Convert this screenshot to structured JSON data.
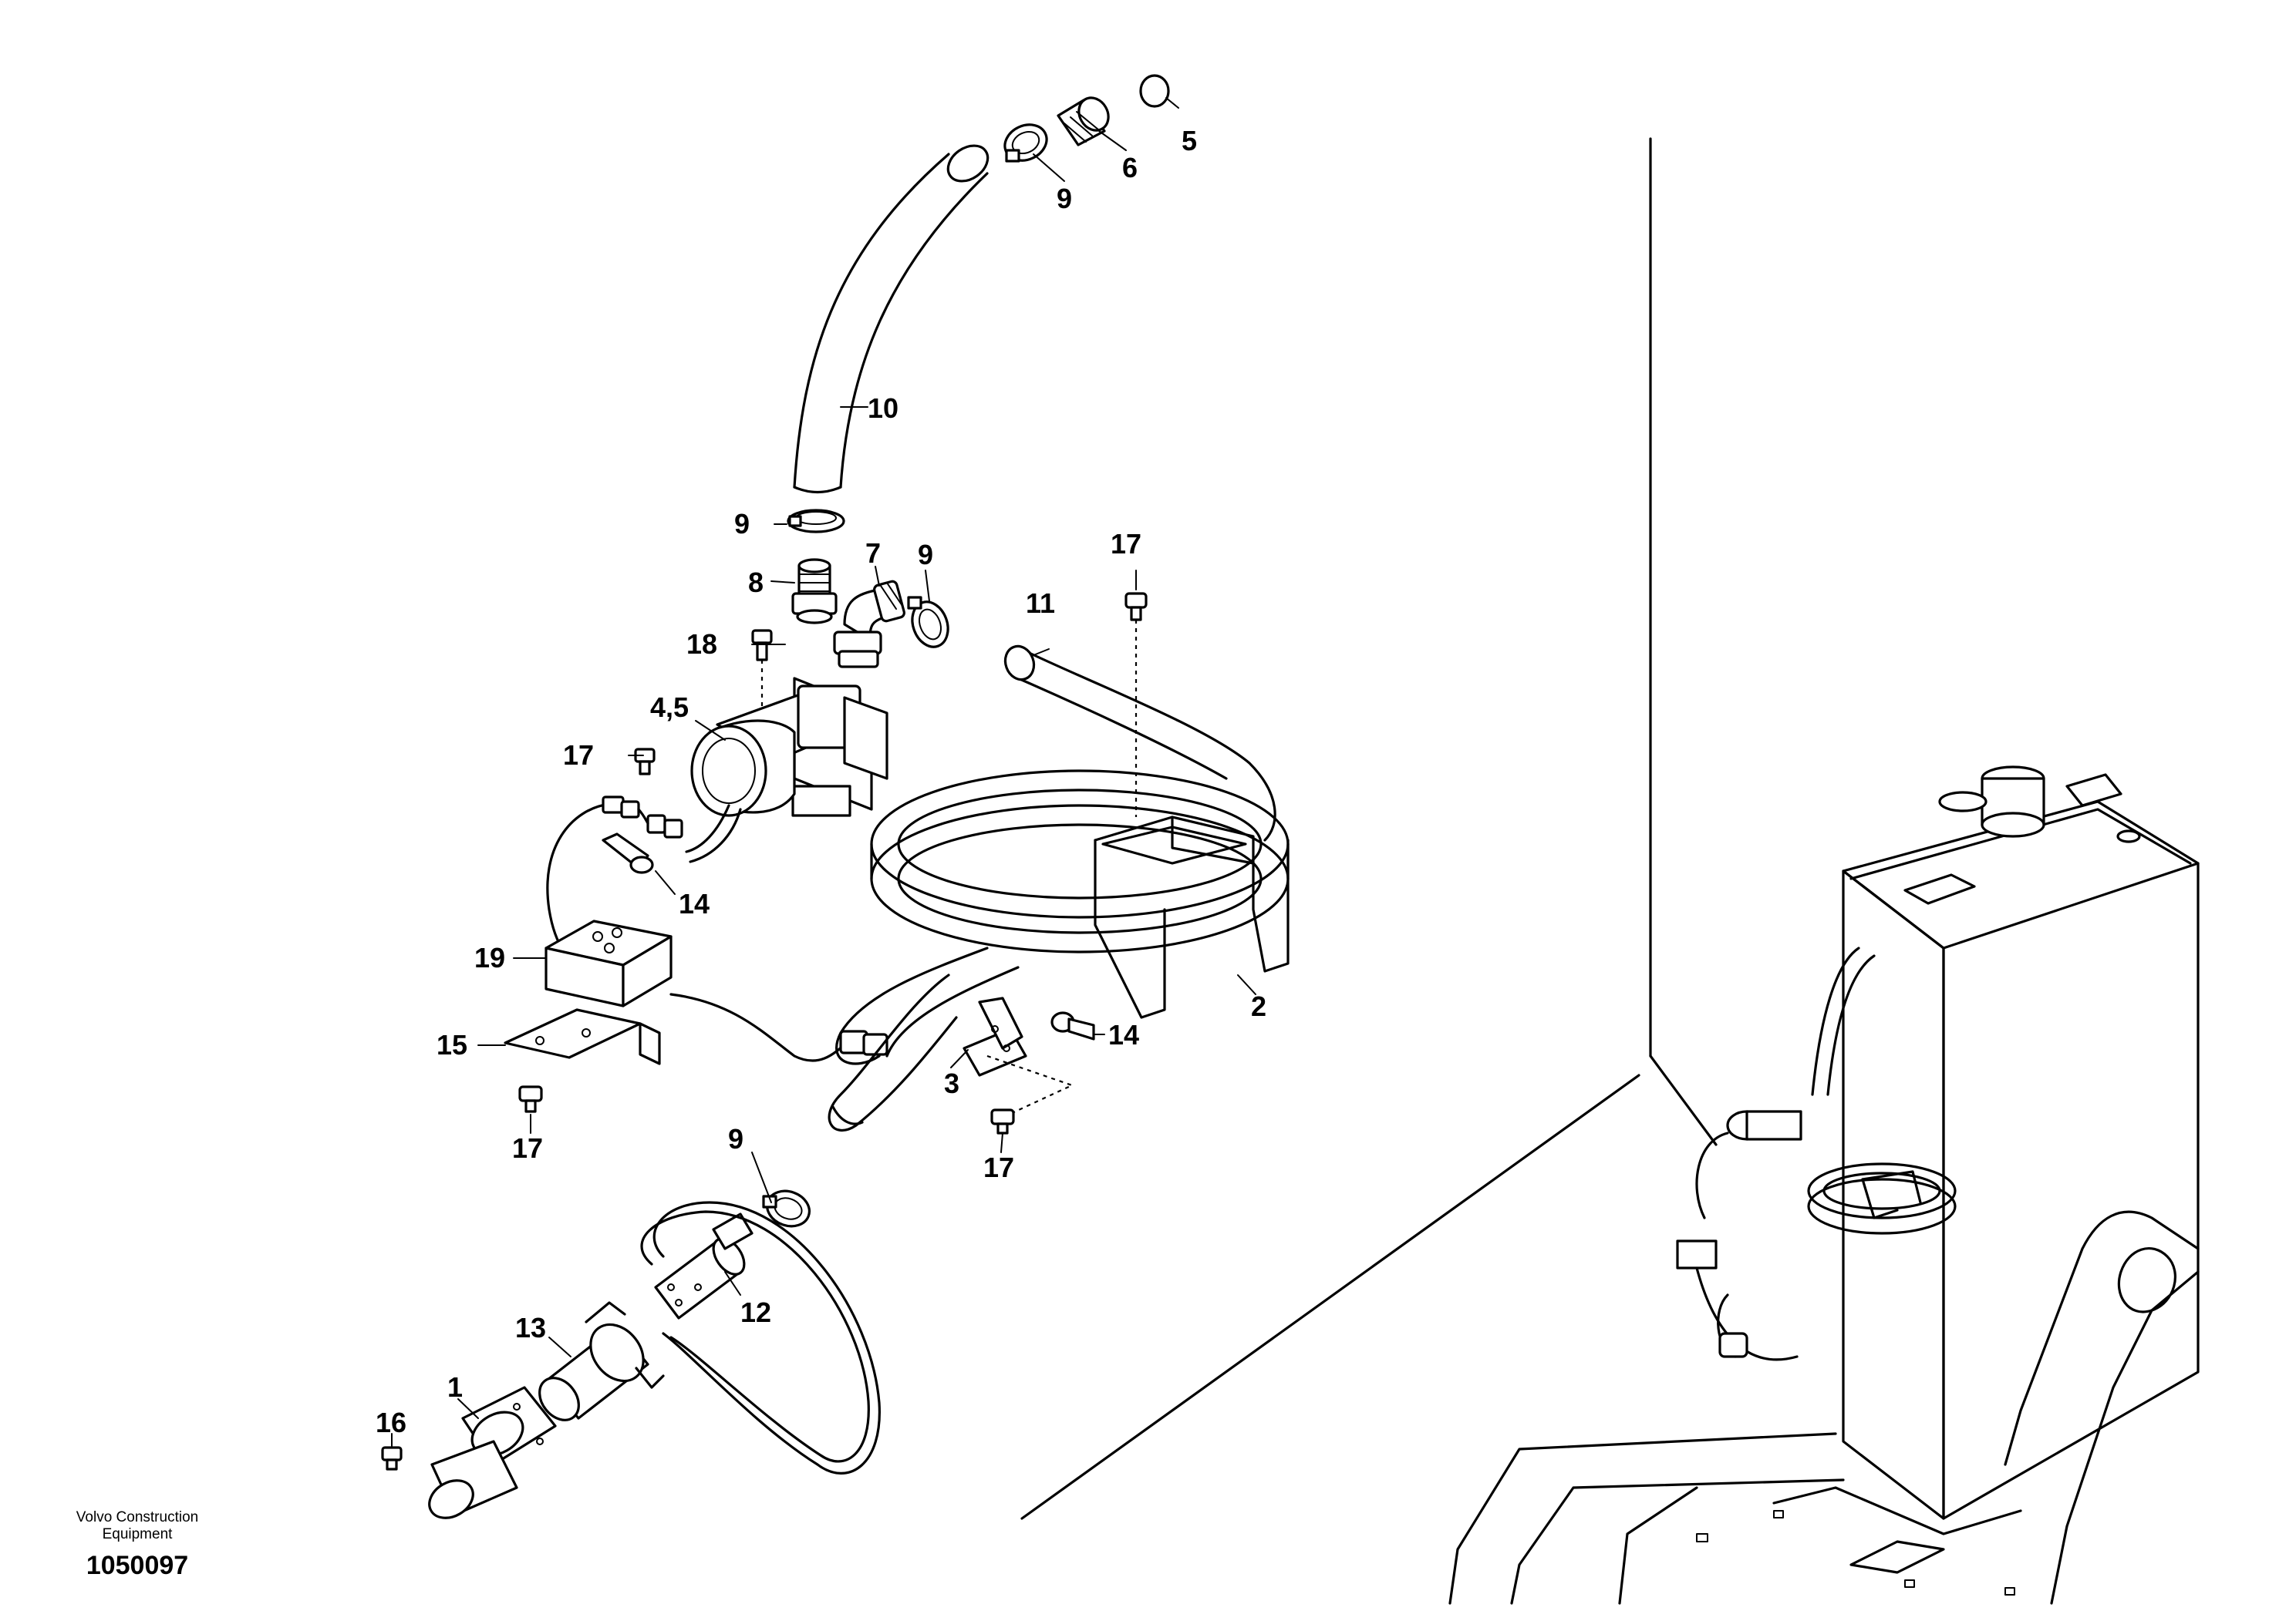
{
  "diagram": {
    "callouts": {
      "c1": "1",
      "c2": "2",
      "c3": "3",
      "c45": "4,5",
      "c5": "5",
      "c6": "6",
      "c7": "7",
      "c8": "8",
      "c9a": "9",
      "c9b": "9",
      "c9c": "9",
      "c9d": "9",
      "c10": "10",
      "c11": "11",
      "c12": "12",
      "c13": "13",
      "c14a": "14",
      "c14b": "14",
      "c15": "15",
      "c16": "16",
      "c17a": "17",
      "c17b": "17",
      "c17c": "17",
      "c17d": "17",
      "c18": "18",
      "c19": "19"
    }
  },
  "footer": {
    "brand_line1": "Volvo Construction",
    "brand_line2": "Equipment",
    "drawing_id": "1050097"
  }
}
